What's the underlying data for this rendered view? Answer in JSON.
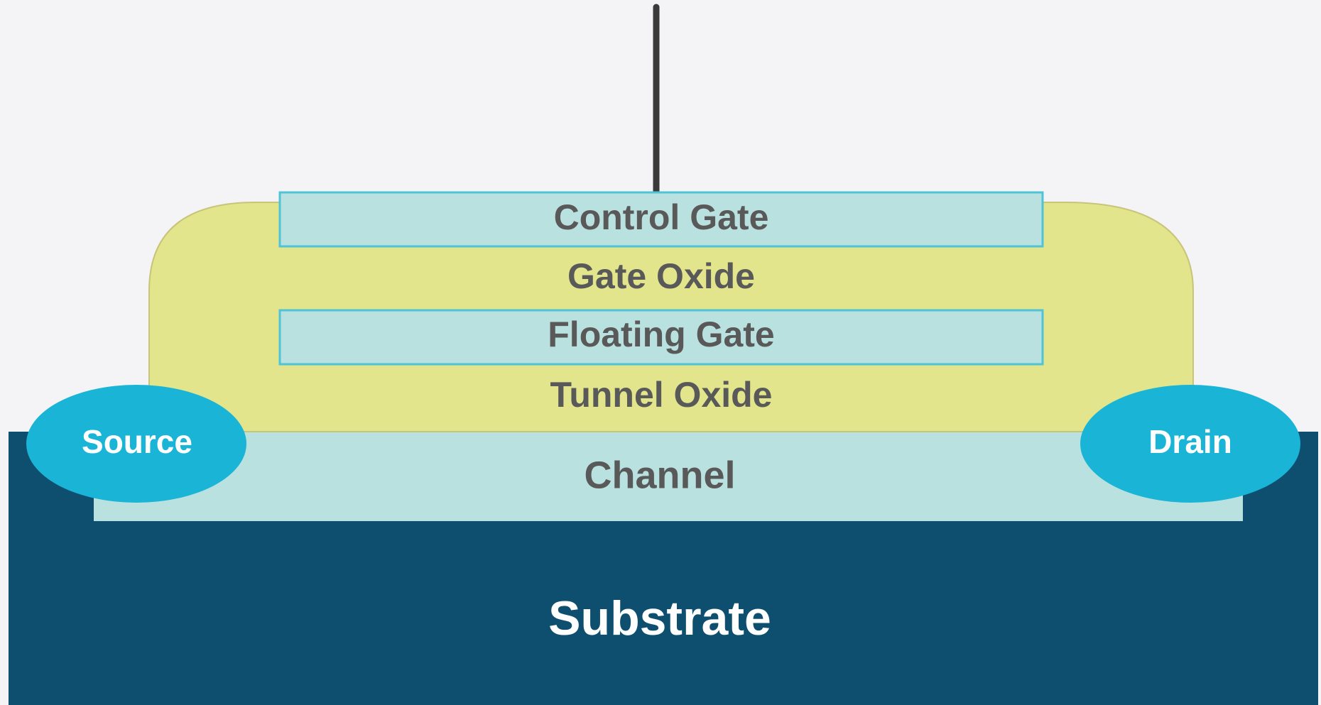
{
  "layers": {
    "control_gate": "Control Gate",
    "gate_oxide": "Gate Oxide",
    "floating_gate": "Floating Gate",
    "tunnel_oxide": "Tunnel Oxide",
    "channel": "Channel",
    "substrate": "Substrate"
  },
  "terminals": {
    "source": "Source",
    "drain": "Drain"
  },
  "colors": {
    "background": "#f4f4f7",
    "substrate": "#0e4f6f",
    "channel": "#b9e1e0",
    "oxide": "#e2e58b",
    "gate": "#b9e1e0",
    "gate_border": "#4fc3d8",
    "terminal": "#1ab4d6",
    "label_dark": "#595959",
    "label_light": "#ffffff",
    "lead": "#3a3a3a"
  }
}
